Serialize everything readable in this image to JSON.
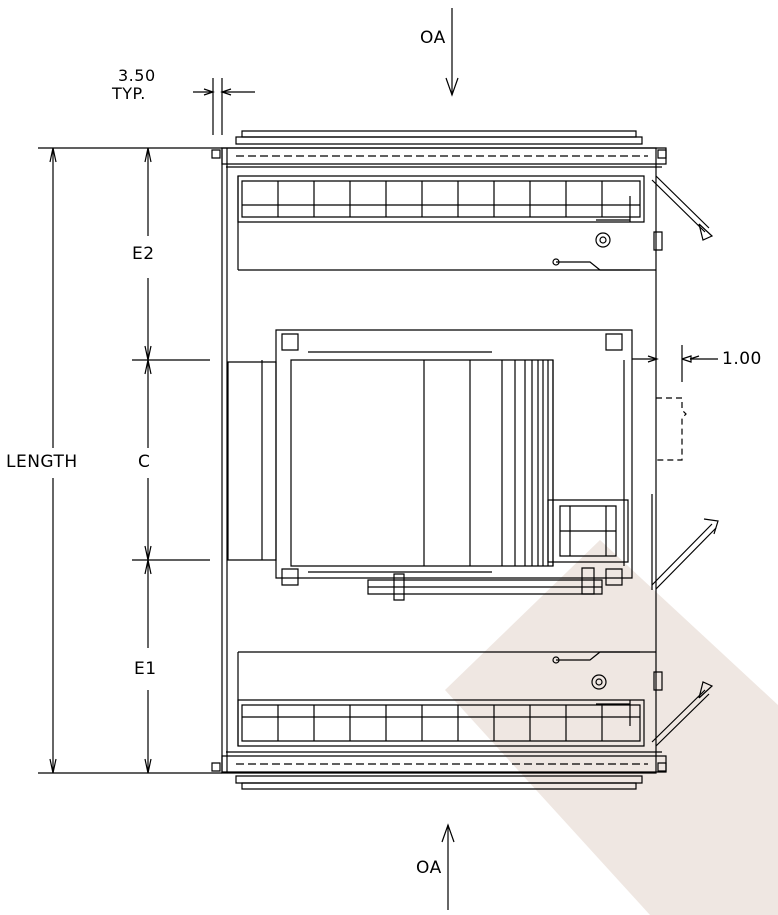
{
  "labels": {
    "oa_top": "OA",
    "oa_bottom": "OA",
    "dim_3_50": "3.50",
    "dim_typ": "TYP.",
    "dim_1_00": "1.00",
    "length": "LENGTH",
    "c": "C",
    "e1": "E1",
    "e2": "E2"
  },
  "colors": {
    "line": "#000000",
    "watermark": "#efe7e2"
  }
}
